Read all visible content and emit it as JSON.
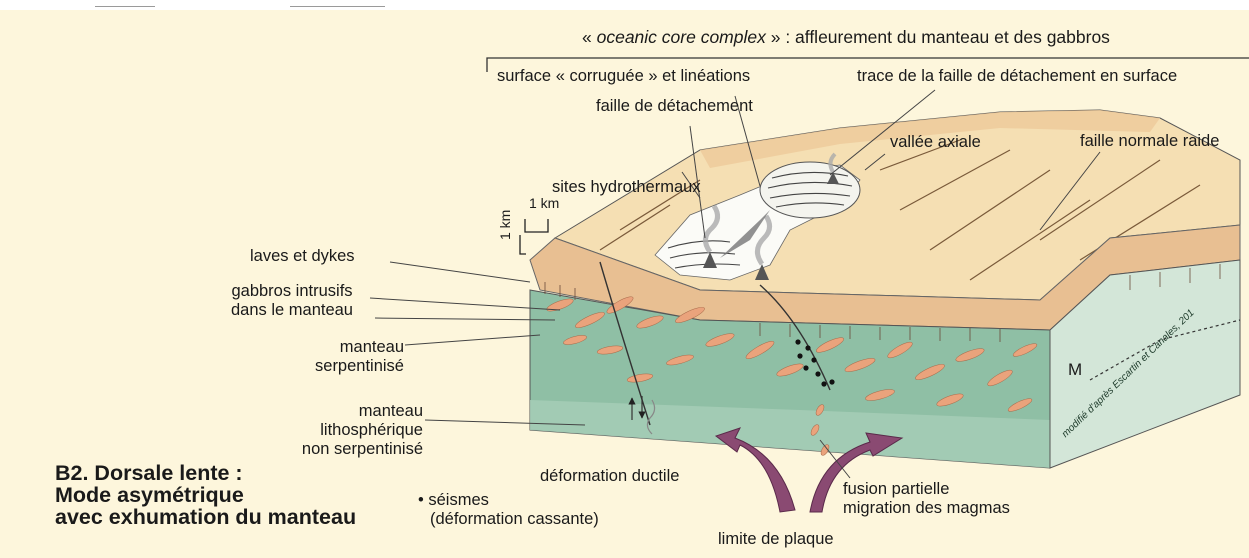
{
  "title": {
    "line1": "B2. Dorsale lente :",
    "line2": "Mode asymétrique",
    "line3": "avec exhumation du manteau"
  },
  "header": {
    "occ_open": "« ",
    "occ_italic": "oceanic core complex",
    "occ_rest": " » : affleurement du manteau et des gabbros"
  },
  "labels": {
    "surface_corruguee": "surface « corruguée » et linéations",
    "trace_faille": "trace de la faille de détachement en surface",
    "faille_detachement": "faille de détachement",
    "vallee_axiale": "vallée axiale",
    "faille_normale": "faille normale raide",
    "sites_hydrothermaux": "sites hydrothermaux",
    "scale_h": "1 km",
    "scale_v": "1 km",
    "laves_dykes": "laves et dykes",
    "gabbros_1": "gabbros intrusifs",
    "gabbros_2": "dans le manteau",
    "manteau_serp_1": "manteau",
    "manteau_serp_2": "serpentinisé",
    "manteau_lith_1": "manteau",
    "manteau_lith_2": "lithosphérique",
    "manteau_lith_3": "non serpentinisé",
    "deformation_ductile": "déformation ductile",
    "seismes_1": "• séismes",
    "seismes_2": "(déformation cassante)",
    "fusion_1": "fusion partielle",
    "fusion_2": "migration des magmas",
    "limite_plaque": "limite de plaque",
    "moho": "M",
    "credit": "modifié d'après Escartin et Canales, 201"
  },
  "colors": {
    "background": "#fdf6dc",
    "crust_surface": "#f5dfb3",
    "crust_edge": "#e8bf92",
    "mantle_serpentinized": "#8fbfa5",
    "mantle_lithospheric": "#a6ccb6",
    "side_face": "#d3e6d8",
    "gabbro_lens": "#eaa37c",
    "arrow_purple": "#8a4a72"
  },
  "icons": [
    "hydrothermal-vent-icon",
    "convection-arrow-icon",
    "scale-bar-icon"
  ]
}
